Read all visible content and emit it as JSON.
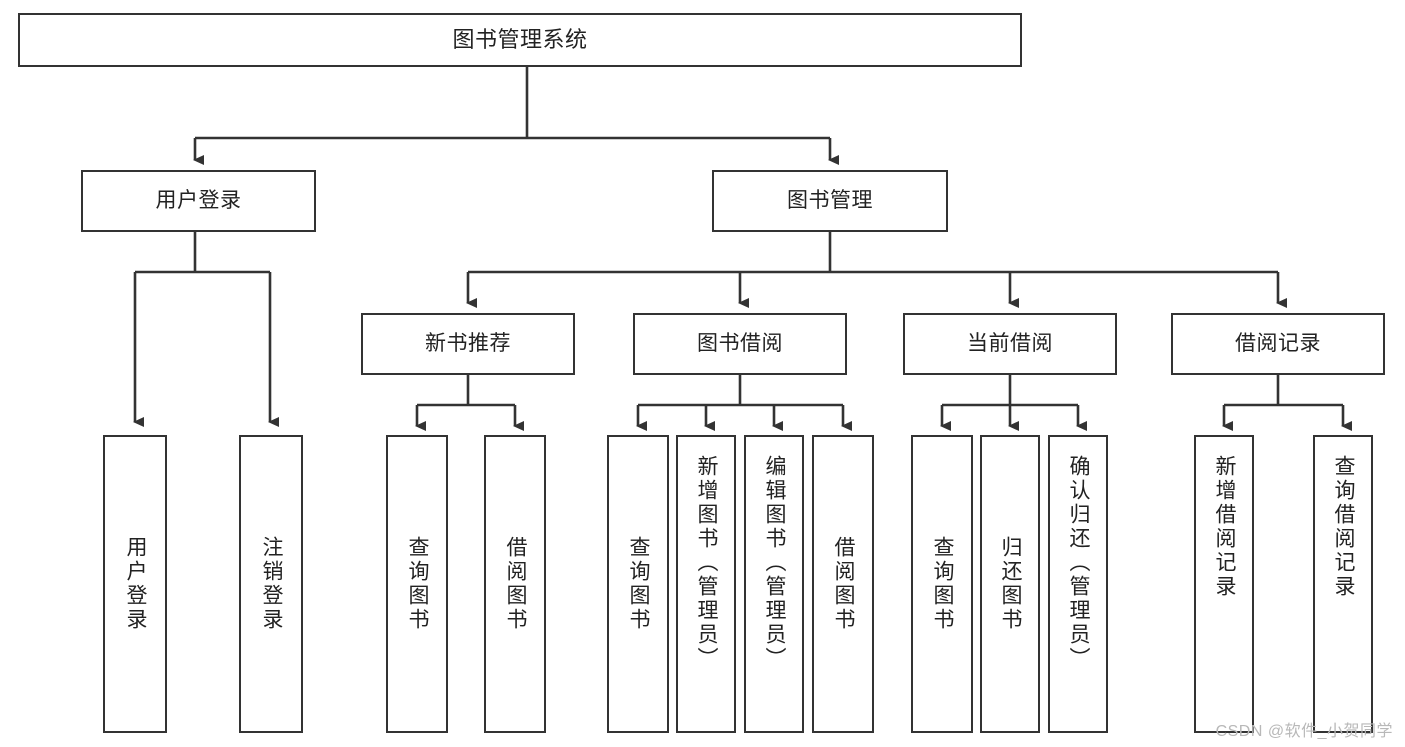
{
  "diagram": {
    "type": "tree-hierarchy",
    "title": "图书管理系统",
    "orientation": "top-down",
    "colors": {
      "box_border": "#333333",
      "box_fill": "#ffffff",
      "edge": "#333333",
      "text": "#222222",
      "watermark": "#b8b8b8"
    },
    "nodes": {
      "root": {
        "label": "图书管理系统"
      },
      "level2": [
        {
          "id": "user-login",
          "label": "用户登录"
        },
        {
          "id": "book-manage",
          "label": "图书管理"
        }
      ],
      "level3": [
        {
          "id": "new-book-recommend",
          "label": "新书推荐"
        },
        {
          "id": "book-borrow",
          "label": "图书借阅"
        },
        {
          "id": "current-borrow",
          "label": "当前借阅"
        },
        {
          "id": "borrow-record",
          "label": "借阅记录"
        }
      ],
      "leaves": {
        "user_login": [
          {
            "id": "leaf-user-login",
            "label": "用户登录"
          },
          {
            "id": "leaf-logout",
            "label": "注销登录"
          }
        ],
        "new_book_recommend": [
          {
            "id": "leaf-query-book-1",
            "label": "查询图书"
          },
          {
            "id": "leaf-borrow-book-1",
            "label": "借阅图书"
          }
        ],
        "book_borrow": [
          {
            "id": "leaf-query-book-2",
            "label": "查询图书"
          },
          {
            "id": "leaf-add-book",
            "label": "新增图书（管理员）"
          },
          {
            "id": "leaf-edit-book",
            "label": "编辑图书（管理员）"
          },
          {
            "id": "leaf-borrow-book-2",
            "label": "借阅图书"
          }
        ],
        "current_borrow": [
          {
            "id": "leaf-query-book-3",
            "label": "查询图书"
          },
          {
            "id": "leaf-return-book",
            "label": "归还图书"
          },
          {
            "id": "leaf-confirm-return",
            "label": "确认归还（管理员）"
          }
        ],
        "borrow_record": [
          {
            "id": "leaf-add-record",
            "label": "新增借阅记录"
          },
          {
            "id": "leaf-query-record",
            "label": "查询借阅记录"
          }
        ]
      }
    }
  },
  "watermark": {
    "text": "CSDN @软件_小贺同学"
  }
}
